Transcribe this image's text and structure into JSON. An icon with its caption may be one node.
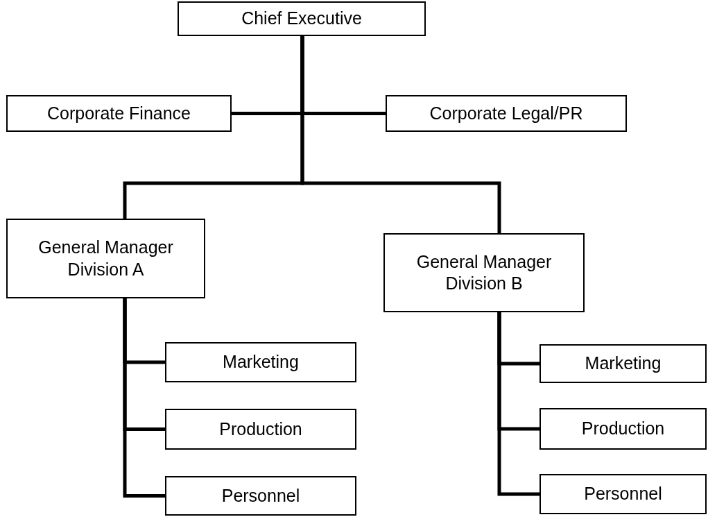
{
  "diagram": {
    "nodes": [
      {
        "text": [
          "Chief Executive"
        ]
      },
      {
        "text": [
          "Corporate Finance"
        ]
      },
      {
        "text": [
          "Corporate Legal/PR"
        ]
      },
      {
        "text": [
          "General Manager Division  A"
        ]
      },
      {
        "text": [
          "General Manager Division  B"
        ]
      },
      {
        "text": [
          "Marketing"
        ]
      },
      {
        "text": [
          "Production"
        ]
      },
      {
        "text": [
          "Personnel"
        ]
      },
      {
        "text": [
          "Marketing"
        ]
      },
      {
        "text": [
          "Production"
        ]
      },
      {
        "text": [
          "Personnel"
        ]
      }
    ],
    "edges": [
      {
        "from": 0,
        "to": 1,
        "arrow": "none"
      },
      {
        "from": 0,
        "to": 2,
        "arrow": "none"
      },
      {
        "from": 0,
        "to": 3,
        "arrow": "none"
      },
      {
        "from": 0,
        "to": 4,
        "arrow": "none"
      },
      {
        "from": 3,
        "to": 5,
        "arrow": "none"
      },
      {
        "from": 3,
        "to": 6,
        "arrow": "none"
      },
      {
        "from": 3,
        "to": 7,
        "arrow": "none"
      },
      {
        "from": 4,
        "to": 8,
        "arrow": "none"
      },
      {
        "from": 4,
        "to": 9,
        "arrow": "none"
      },
      {
        "from": 4,
        "to": 10,
        "arrow": "none"
      }
    ]
  }
}
